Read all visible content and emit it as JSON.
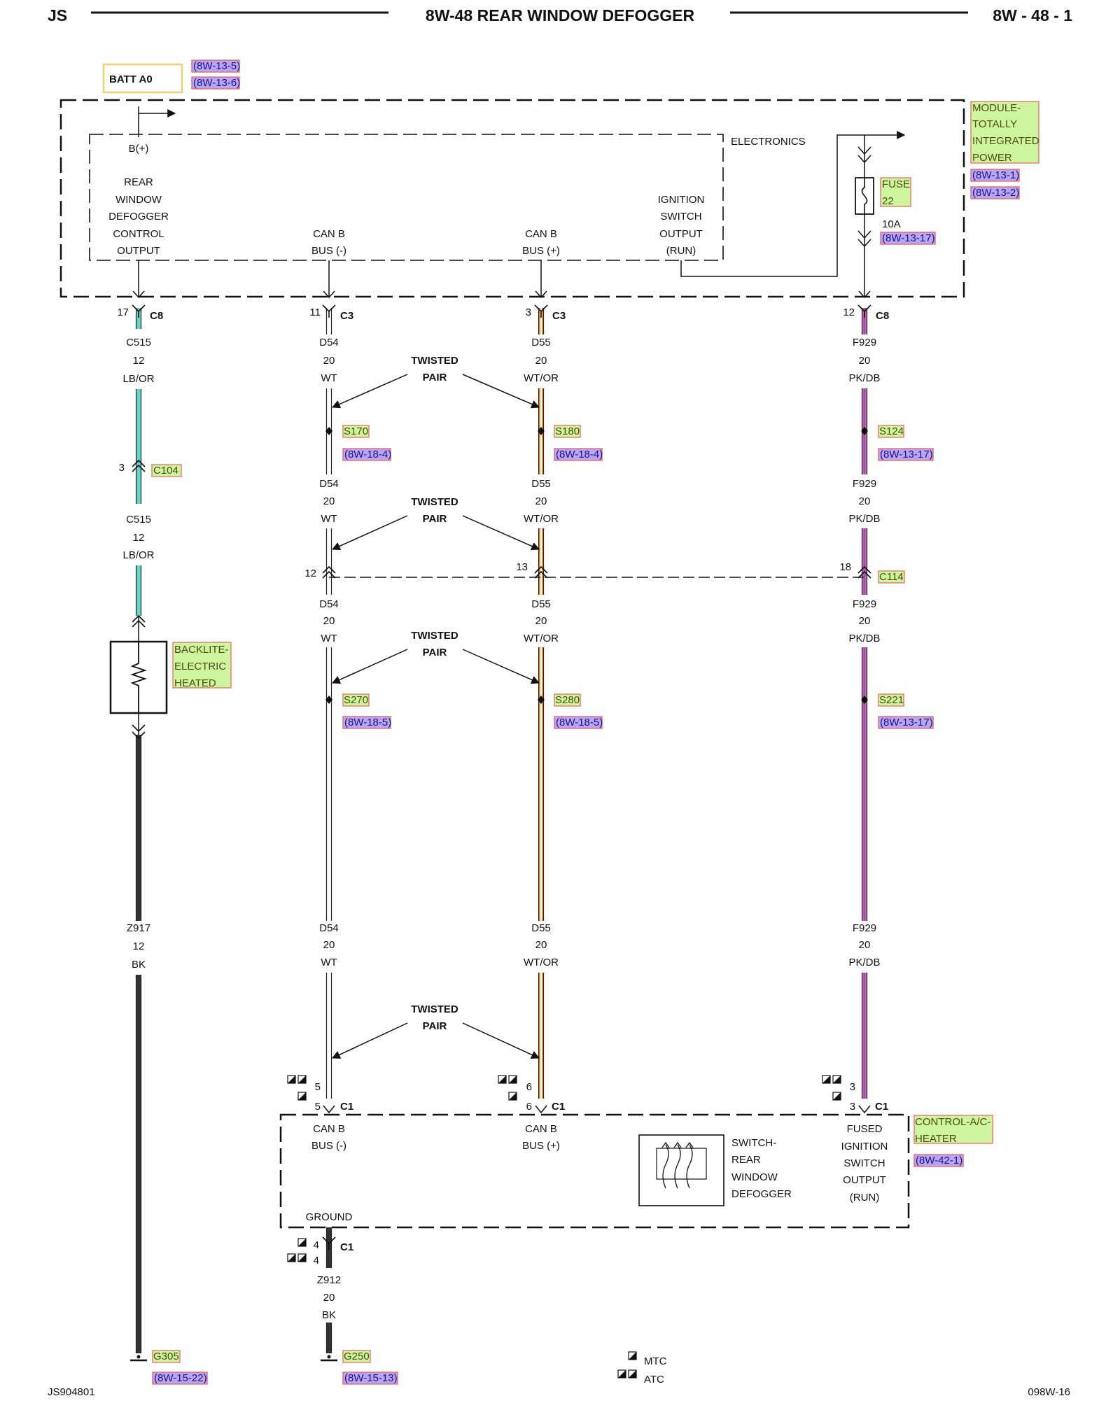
{
  "header": {
    "left": "JS",
    "title": "8W-48 REAR WINDOW DEFOGGER",
    "right": "8W - 48 - 1"
  },
  "footer": {
    "left": "JS904801",
    "right": "098W-16",
    "legend_mtc": "MTC",
    "legend_atc": "ATC"
  },
  "colors": {
    "wire_lb_or": "#5fd8c6",
    "wire_wt": "#ffffff",
    "wire_wt_or": "#e08a2a",
    "wire_pk_db": "#e0609a",
    "wire_bk": "#333333",
    "link_fill": "#b9a6f2",
    "label_fill": "#ccf59e"
  },
  "batt": {
    "label": "BATT A0",
    "refs": [
      "(8W-13-5)",
      "(8W-13-6)"
    ]
  },
  "tipm": {
    "name_lines": [
      "MODULE-",
      "TOTALLY",
      "INTEGRATED",
      "POWER"
    ],
    "refs": [
      "(8W-13-1)",
      "(8W-13-2)"
    ],
    "electronics": "ELECTRONICS",
    "bplus": "B(+)",
    "rwd_output": [
      "REAR",
      "WINDOW",
      "DEFOGGER",
      "CONTROL",
      "OUTPUT"
    ],
    "canb_neg": [
      "CAN B",
      "BUS (-)"
    ],
    "canb_pos": [
      "CAN B",
      "BUS (+)"
    ],
    "ign_output": [
      "IGNITION",
      "SWITCH",
      "OUTPUT",
      "(RUN)"
    ],
    "fuse_lines": [
      "FUSE",
      "22"
    ],
    "fuse_rating": "10A",
    "fuse_ref": "(8W-13-17)"
  },
  "tipm_pins": [
    {
      "pin": "17",
      "conn": "C8"
    },
    {
      "pin": "11",
      "conn": "C3"
    },
    {
      "pin": "3",
      "conn": "C3"
    },
    {
      "pin": "12",
      "conn": "C8"
    }
  ],
  "wires": {
    "c515": [
      "C515",
      "12",
      "LB/OR"
    ],
    "d54": [
      "D54",
      "20",
      "WT"
    ],
    "d55": [
      "D55",
      "20",
      "WT/OR"
    ],
    "f929": [
      "F929",
      "20",
      "PK/DB"
    ],
    "z917": [
      "Z917",
      "12",
      "BK"
    ],
    "z912": [
      "Z912",
      "20",
      "BK"
    ]
  },
  "twisted_pair": [
    "TWISTED",
    "PAIR"
  ],
  "splices": {
    "s170": {
      "name": "S170",
      "ref": "(8W-18-4)"
    },
    "s180": {
      "name": "S180",
      "ref": "(8W-18-4)"
    },
    "s124": {
      "name": "S124",
      "ref": "(8W-13-17)"
    },
    "s270": {
      "name": "S270",
      "ref": "(8W-18-5)"
    },
    "s280": {
      "name": "S280",
      "ref": "(8W-18-5)"
    },
    "s221": {
      "name": "S221",
      "ref": "(8W-13-17)"
    }
  },
  "c104": {
    "pin": "3",
    "name": "C104"
  },
  "c114": {
    "name": "C114",
    "pins": [
      "12",
      "13",
      "18"
    ]
  },
  "backlite": {
    "name_lines": [
      "BACKLITE-",
      "ELECTRIC",
      "HEATED"
    ]
  },
  "hvac": {
    "name_lines": [
      "CONTROL-A/C-",
      "HEATER"
    ],
    "ref": "(8W-42-1)",
    "canb_neg": [
      "CAN B",
      "BUS (-)"
    ],
    "canb_pos": [
      "CAN B",
      "BUS (+)"
    ],
    "switch_lines": [
      "SWITCH-",
      "REAR",
      "WINDOW",
      "DEFOGGER"
    ],
    "fused_lines": [
      "FUSED",
      "IGNITION",
      "SWITCH",
      "OUTPUT",
      "(RUN)"
    ],
    "ground": "GROUND",
    "pins_top": [
      {
        "pin_a": "5",
        "pin_b": "5",
        "conn": "C1"
      },
      {
        "pin_a": "6",
        "pin_b": "6",
        "conn": "C1"
      },
      {
        "pin_a": "3",
        "pin_b": "3",
        "conn": "C1"
      }
    ],
    "ground_pin": {
      "pin_a": "4",
      "pin_b": "4",
      "conn": "C1"
    }
  },
  "grounds": {
    "g305": {
      "name": "G305",
      "ref": "(8W-15-22)"
    },
    "g250": {
      "name": "G250",
      "ref": "(8W-15-13)"
    }
  }
}
